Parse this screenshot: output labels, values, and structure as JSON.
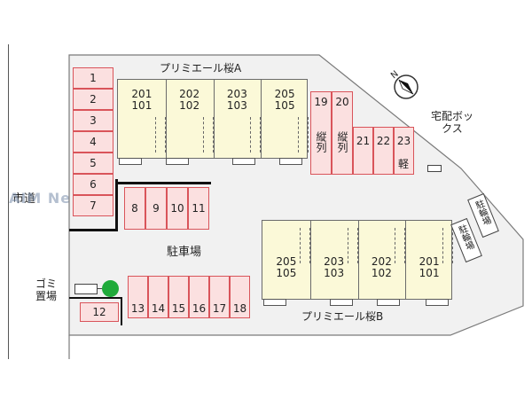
{
  "road_label": "市道",
  "watermark": "AIM NetWork",
  "building_a": {
    "name": "プリミエール桜A",
    "units": [
      {
        "top": "201",
        "bottom": "101"
      },
      {
        "top": "202",
        "bottom": "102"
      },
      {
        "top": "203",
        "bottom": "103"
      },
      {
        "top": "205",
        "bottom": "105"
      }
    ]
  },
  "building_b": {
    "name": "プリミエール桜B",
    "units": [
      {
        "top": "205",
        "bottom": "105"
      },
      {
        "top": "203",
        "bottom": "103"
      },
      {
        "top": "202",
        "bottom": "102"
      },
      {
        "top": "201",
        "bottom": "101"
      }
    ]
  },
  "parking_label": "駐車場",
  "bicycle_label": "駐輪場",
  "garbage_label": "ゴミ置場",
  "delivery_box_label": "宅配ボックス",
  "tandem_label": "縦列",
  "kei_label": "軽",
  "compass_label": "N",
  "spots": {
    "left_column": [
      "1",
      "2",
      "3",
      "4",
      "5",
      "6",
      "7"
    ],
    "middle_row": [
      "8",
      "9",
      "10",
      "11"
    ],
    "bottom_single": "12",
    "bottom_row": [
      "13",
      "14",
      "15",
      "16",
      "17",
      "18"
    ],
    "tandem": [
      "19",
      "20"
    ],
    "right_row": [
      "21",
      "22",
      "23"
    ]
  },
  "colors": {
    "parking_fill": "#fbe0e0",
    "parking_border": "#d9545a",
    "building_fill": "#fbf9d8",
    "tree": "#1faa3a"
  }
}
